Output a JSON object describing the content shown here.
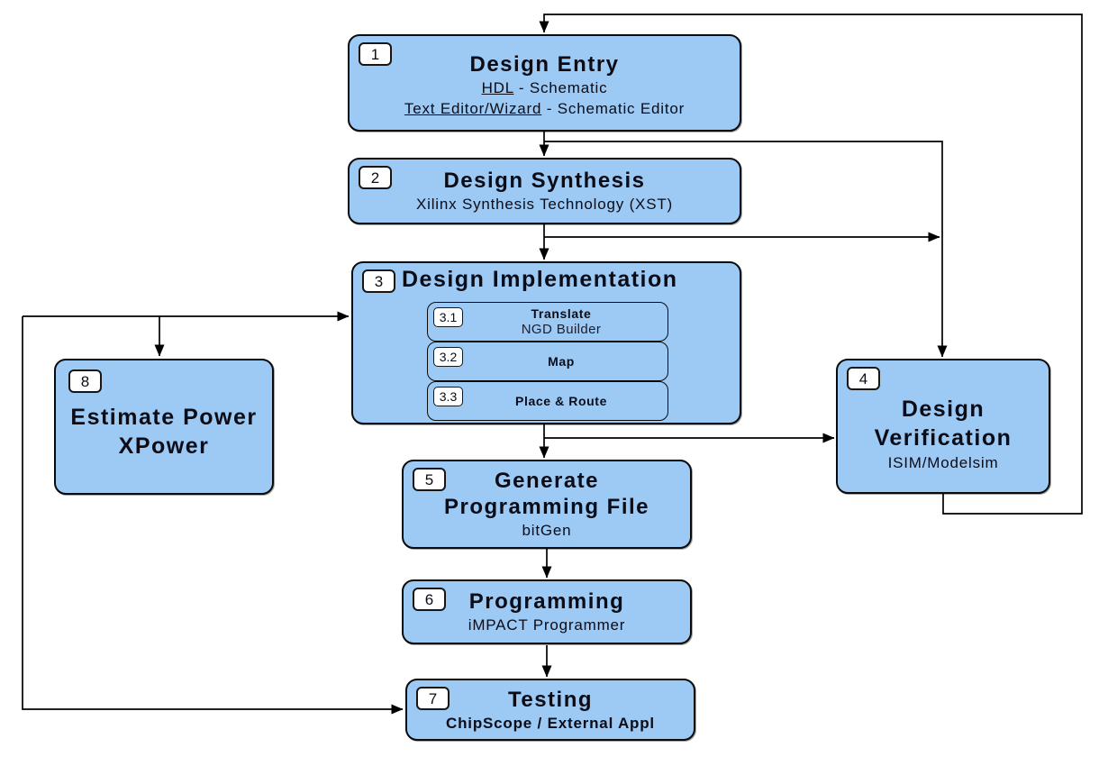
{
  "colors": {
    "background": "#ffffff",
    "box_fill": "#9ccaf5",
    "box_border": "#0a0a0a",
    "badge_fill": "#ffffff",
    "text": "#0c0c16",
    "connector": "#000000"
  },
  "boxes": {
    "design_entry": {
      "number": "1",
      "title": "Design Entry",
      "line1_underlined": "HDL",
      "line1_rest": " - Schematic",
      "line2_underlined": "Text Editor/Wizard",
      "line2_rest": " - Schematic Editor"
    },
    "design_synthesis": {
      "number": "2",
      "title": "Design Synthesis",
      "subtitle": "Xilinx Synthesis Technology (XST)"
    },
    "design_implementation": {
      "number": "3",
      "title": "Design Implementation",
      "steps": [
        {
          "number": "3.1",
          "title": "Translate",
          "subtitle": "NGD Builder"
        },
        {
          "number": "3.2",
          "title": "Map"
        },
        {
          "number": "3.3",
          "title": "Place & Route"
        }
      ]
    },
    "design_verification": {
      "number": "4",
      "title_line1": "Design",
      "title_line2": "Verification",
      "subtitle": "ISIM/Modelsim"
    },
    "generate_programming_file": {
      "number": "5",
      "title_line1": "Generate",
      "title_line2": "Programming File",
      "subtitle": "bitGen"
    },
    "programming": {
      "number": "6",
      "title": "Programming",
      "subtitle": "iMPACT Programmer"
    },
    "testing": {
      "number": "7",
      "title": "Testing",
      "subtitle": "ChipScope / External Appl"
    },
    "estimate_power": {
      "number": "8",
      "title_line1": "Estimate Power",
      "title_line2": "XPower"
    }
  }
}
